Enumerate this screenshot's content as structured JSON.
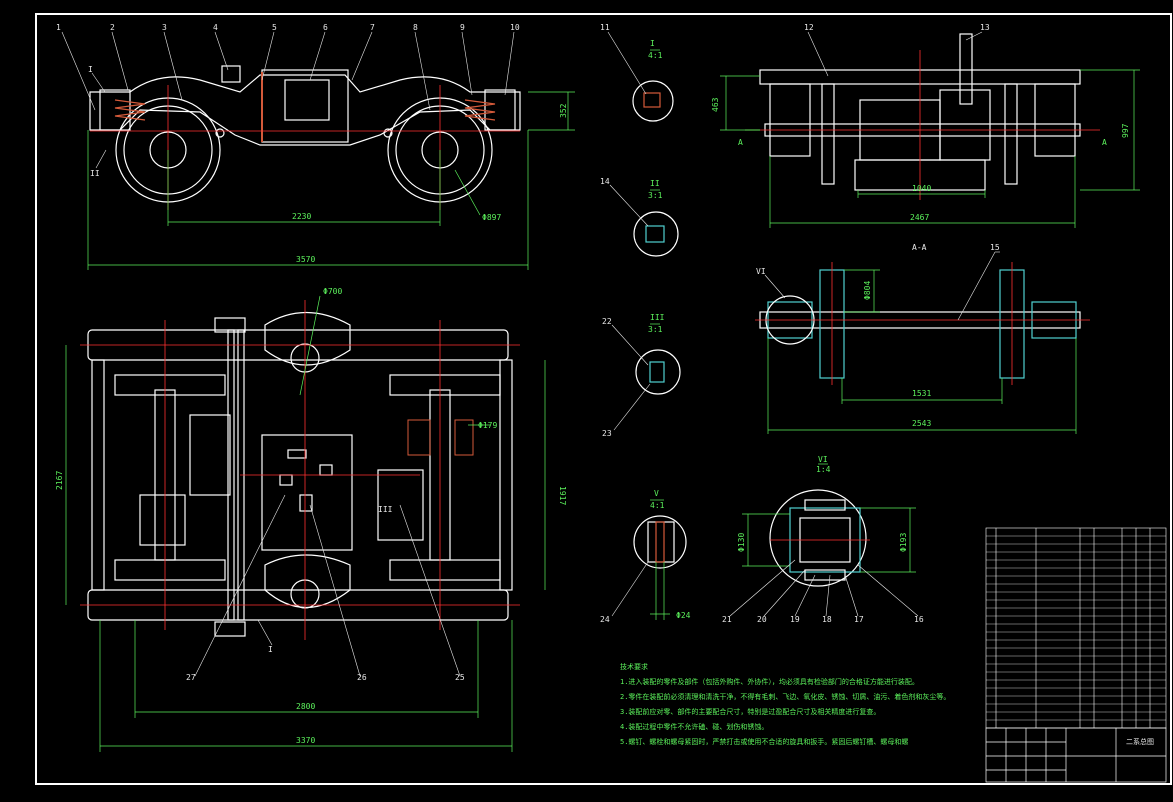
{
  "colors": {
    "background": "#000000",
    "outline": "#ffffff",
    "dimension": "#5cf25c",
    "centerline": "#ff3030",
    "section": "#4fd0d0",
    "hatch": "#d45a3a",
    "leader": "#e8e8e8"
  },
  "side_view": {
    "dims": {
      "wheelbase": "2230",
      "overall_length": "3570",
      "wheel_dia": "Φ897",
      "height": "352"
    },
    "callouts": [
      "1",
      "2",
      "3",
      "4",
      "5",
      "6",
      "7",
      "8",
      "9",
      "10",
      "I",
      "II"
    ]
  },
  "top_view": {
    "dims": {
      "dia_700": "Φ700",
      "width_left": "2167",
      "width_right": "1917",
      "length_inner": "2800",
      "length_outer": "3370",
      "dia_179": "Φ179"
    },
    "callouts": [
      "27",
      "26",
      "25",
      "III",
      "I"
    ]
  },
  "end_view": {
    "dims": {
      "height_left": "463",
      "height_right": "997",
      "width_inner": "1040",
      "width_outer": "2467"
    },
    "callouts": [
      "12",
      "13"
    ],
    "section_marks": [
      "A",
      "A"
    ]
  },
  "wheelset_view": {
    "title": "A-A",
    "dims": {
      "dia": "Φ804",
      "gauge": "1531",
      "overall": "2543"
    },
    "callouts": [
      "15",
      "VI"
    ]
  },
  "details": [
    {
      "num": "11",
      "roman": "I",
      "scale": "4:1"
    },
    {
      "num": "14",
      "roman": "II",
      "scale": "3:1"
    },
    {
      "num": "22",
      "roman": "III",
      "scale": "3:1"
    },
    {
      "num": "23",
      "roman": "",
      "scale": ""
    },
    {
      "num": "24",
      "roman": "V",
      "scale": "4:1",
      "dim": "Φ24"
    }
  ],
  "bearing_detail": {
    "roman": "VI",
    "scale": "1:4",
    "dims": {
      "left": "Φ130",
      "right": "Φ193"
    },
    "callouts": [
      "21",
      "20",
      "19",
      "18",
      "17",
      "16"
    ]
  },
  "notes": {
    "title": "技术要求",
    "lines": [
      "1.进入装配的零件及部件（包括外购件、外协件），均必须具有检验部门的合格证方能进行装配。",
      "2.零件在装配前必须清理和清洗干净，不得有毛刺、飞边、氧化皮、锈蚀、切屑、油污、着色剂和灰尘等。",
      "3.装配前应对零、部件的主要配合尺寸，特别是过盈配合尺寸及相关精度进行复查。",
      "4.装配过程中零件不允许磕、碰、划伤和锈蚀。",
      "5.螺钉、螺栓和螺母紧固时，严禁打击或使用不合适的旋具和扳手。紧固后螺钉槽、螺母和螺"
    ]
  },
  "title_block": {
    "drawing_name": "二系总图"
  }
}
